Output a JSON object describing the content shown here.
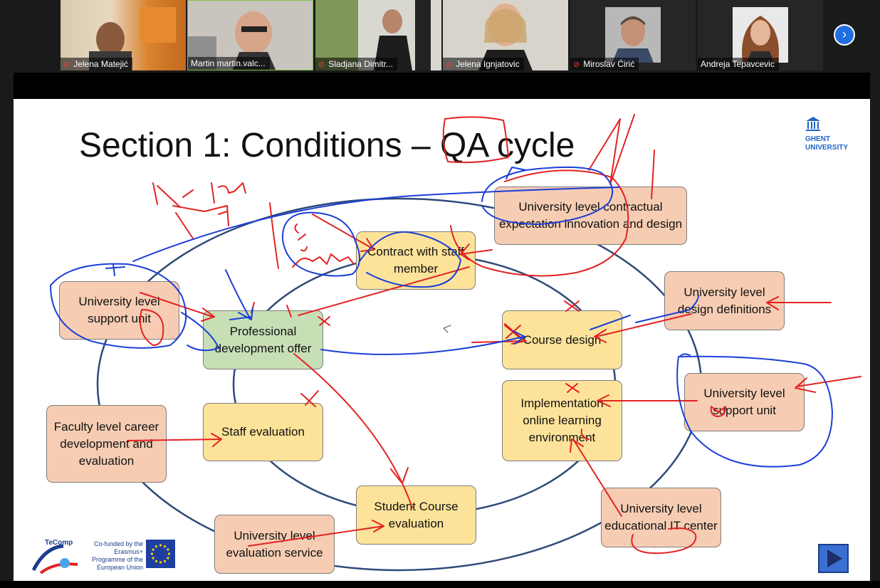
{
  "participants": [
    {
      "name": "Jelena Matejić",
      "muted": true
    },
    {
      "name": "Martin martin.valc...",
      "muted": false
    },
    {
      "name": "Sladjana Dimitr...",
      "muted": true
    },
    {
      "name": "Jelena Ignjatovic",
      "muted": true
    },
    {
      "name": "Miroslav Ćirić",
      "muted": true
    },
    {
      "name": "Andreja Tepavcevic",
      "muted": false
    }
  ],
  "slide": {
    "title": "Section 1: Conditions – QA cycle",
    "ghent_logo": "GHENT UNIVERSITY",
    "tecomp_logo": "TeComp",
    "cofunded": "Co-funded by the Erasmus+ Programme of the European Union",
    "boxes": {
      "univ_contractual": "University level contractual expectation innovation and design",
      "contract_staff": "Contract with staff member",
      "univ_support_left": "University level support unit",
      "prof_dev": "Professional development offer",
      "univ_design_def": "University level design definitions",
      "course_design": "Course design",
      "univ_support_right": "University level support unit",
      "faculty_career": "Faculty level career development and evaluation",
      "staff_eval": "Staff evaluation",
      "implementation": "Implementation online learning environment",
      "univ_it": "University level educational IT center",
      "student_course_eval": "Student Course evaluation",
      "univ_eval_service": "University level evaluation service"
    }
  },
  "colors": {
    "box_orange": "#f6cdb3",
    "box_yellow": "#fde39a",
    "box_green": "#c8dfb6",
    "ink_red": "#e32222",
    "ink_blue": "#1b3fd6",
    "ellipse": "#2f4a7a"
  }
}
